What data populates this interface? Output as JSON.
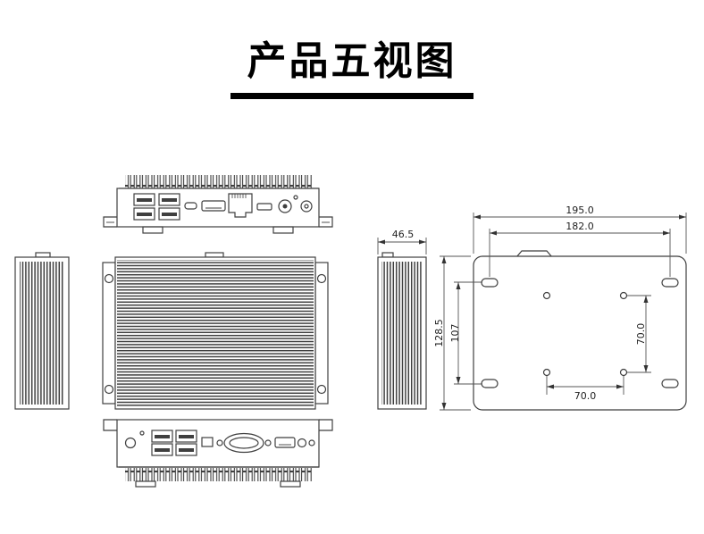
{
  "title": "产品五视图",
  "dims": {
    "side_width": "46.5",
    "base_width": "195.0",
    "mount_slot_span_x": "182.0",
    "base_height": "128.5",
    "mount_slot_span_y": "107",
    "vesa_span_y": "70.0",
    "vesa_span_x": "70.0"
  }
}
